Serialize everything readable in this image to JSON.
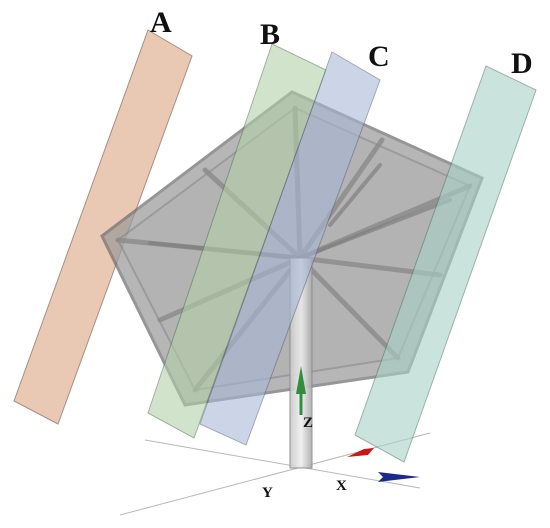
{
  "planes": [
    {
      "label": "A",
      "color": "#e3b79b"
    },
    {
      "label": "B",
      "color": "#b3d0a7"
    },
    {
      "label": "C",
      "color": "#a7b8d6"
    },
    {
      "label": "D",
      "color": "#a8d2c6"
    }
  ],
  "axes": {
    "z_label": "Z",
    "y_label": "Y",
    "x_label": "X",
    "z_color": "#2f8f3f",
    "x_red_color": "#c81818",
    "x_blue_color": "#1a2a8c"
  },
  "structure": {
    "fill_color": "#9a9a9a",
    "rib_color": "#8a8a8a"
  }
}
